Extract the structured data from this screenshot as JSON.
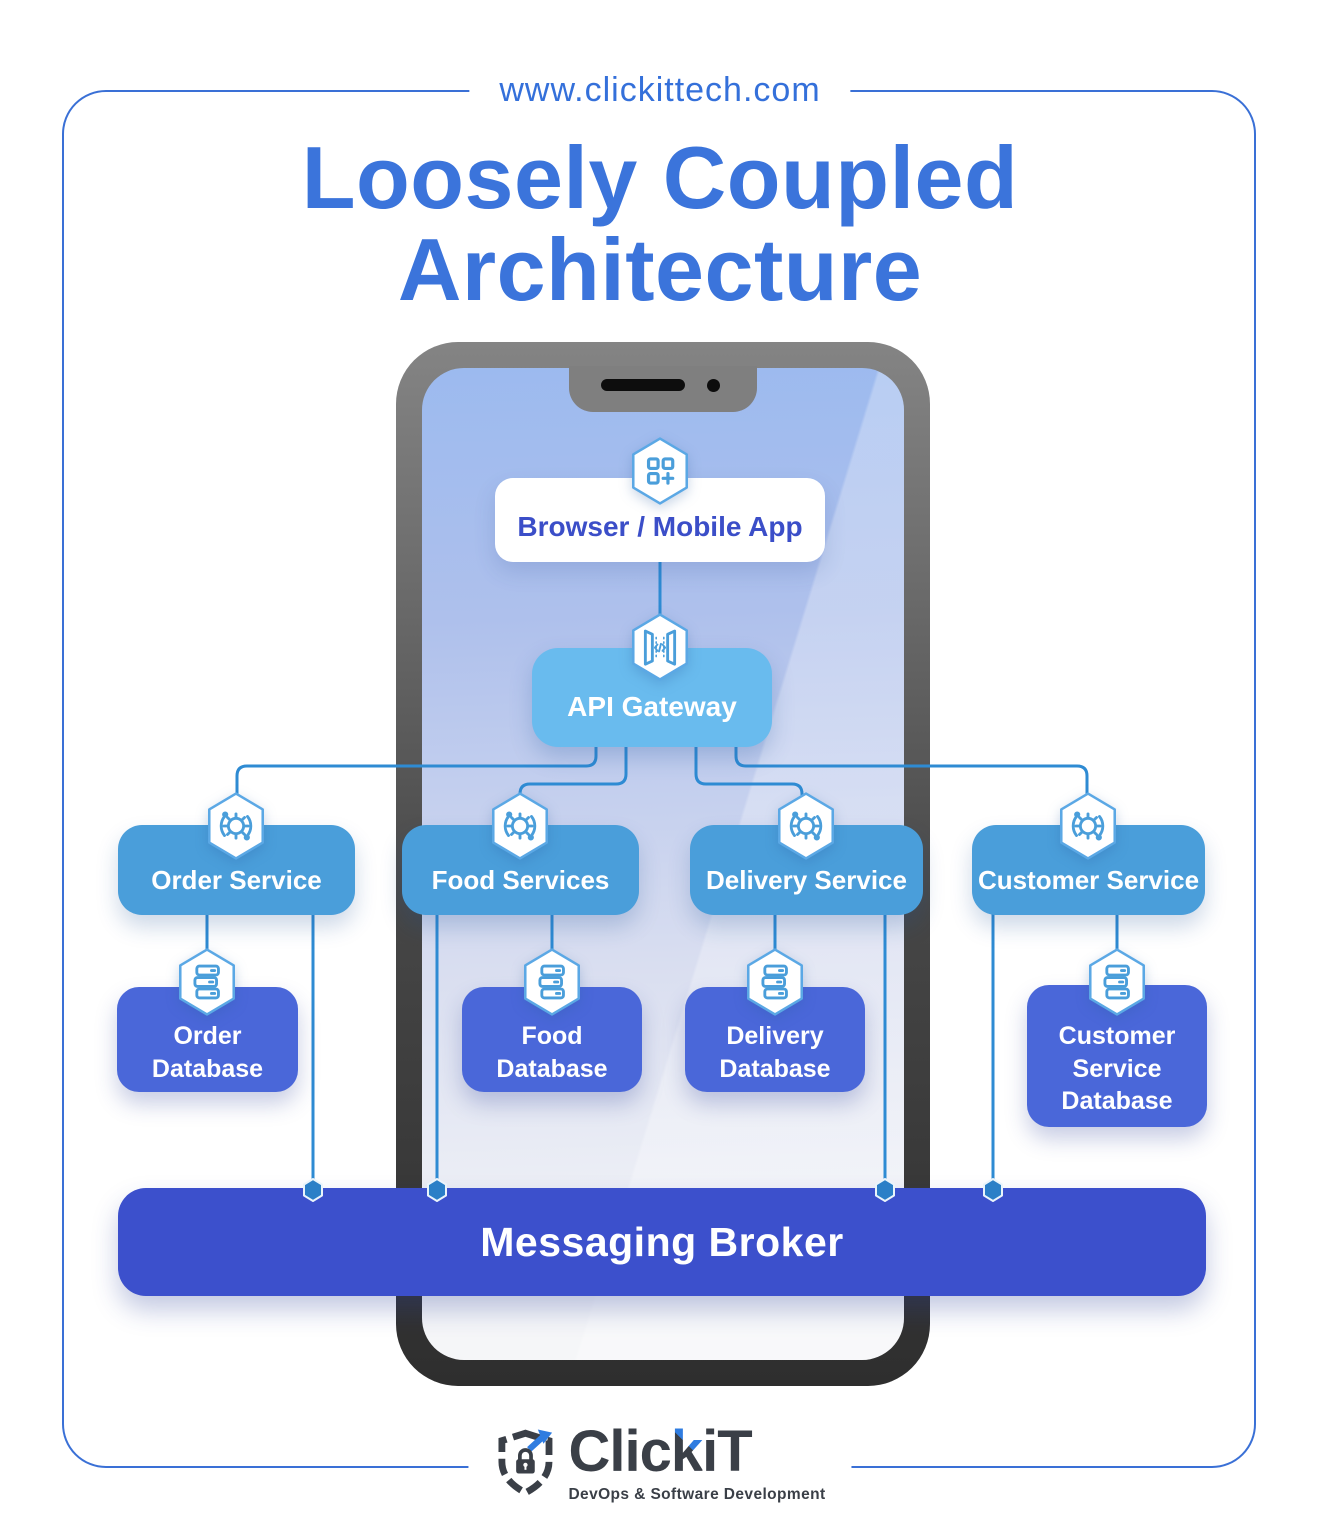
{
  "header": {
    "url": "www.clickittech.com",
    "title_line1": "Loosely Coupled",
    "title_line2": "Architecture"
  },
  "diagram": {
    "browser": {
      "label": "Browser / Mobile App",
      "icon": "app-grid-icon"
    },
    "api_gateway": {
      "label": "API Gateway",
      "icon": "api-gateway-icon"
    },
    "services": [
      {
        "label": "Order Service",
        "icon": "gear-sync-icon"
      },
      {
        "label": "Food Services",
        "icon": "gear-sync-icon"
      },
      {
        "label": "Delivery Service",
        "icon": "gear-sync-icon"
      },
      {
        "label": "Customer Service",
        "icon": "gear-sync-icon"
      }
    ],
    "databases": [
      {
        "label": "Order\nDatabase",
        "icon": "server-stack-icon"
      },
      {
        "label": "Food\nDatabase",
        "icon": "server-stack-icon"
      },
      {
        "label": "Delivery\nDatabase",
        "icon": "server-stack-icon"
      },
      {
        "label": "Customer\nService\nDatabase",
        "icon": "server-stack-icon"
      }
    ],
    "broker": {
      "label": "Messaging Broker"
    }
  },
  "footer": {
    "brand_part1": "Clic",
    "brand_k": "k",
    "brand_part2": "iT",
    "tagline": "DevOps & Software Development"
  },
  "colors": {
    "title_blue": "#3B74DB",
    "frame_border": "#3A70D6",
    "connection_line": "#2E8BD3",
    "api_gateway_fill": "#69BBEE",
    "service_fill": "#4A9EDA",
    "database_fill": "#4A67D9",
    "broker_fill": "#3C50CC",
    "browser_text": "#3B4EC8",
    "logo_dark": "#3A3F47",
    "logo_blue": "#2F7CE0"
  }
}
